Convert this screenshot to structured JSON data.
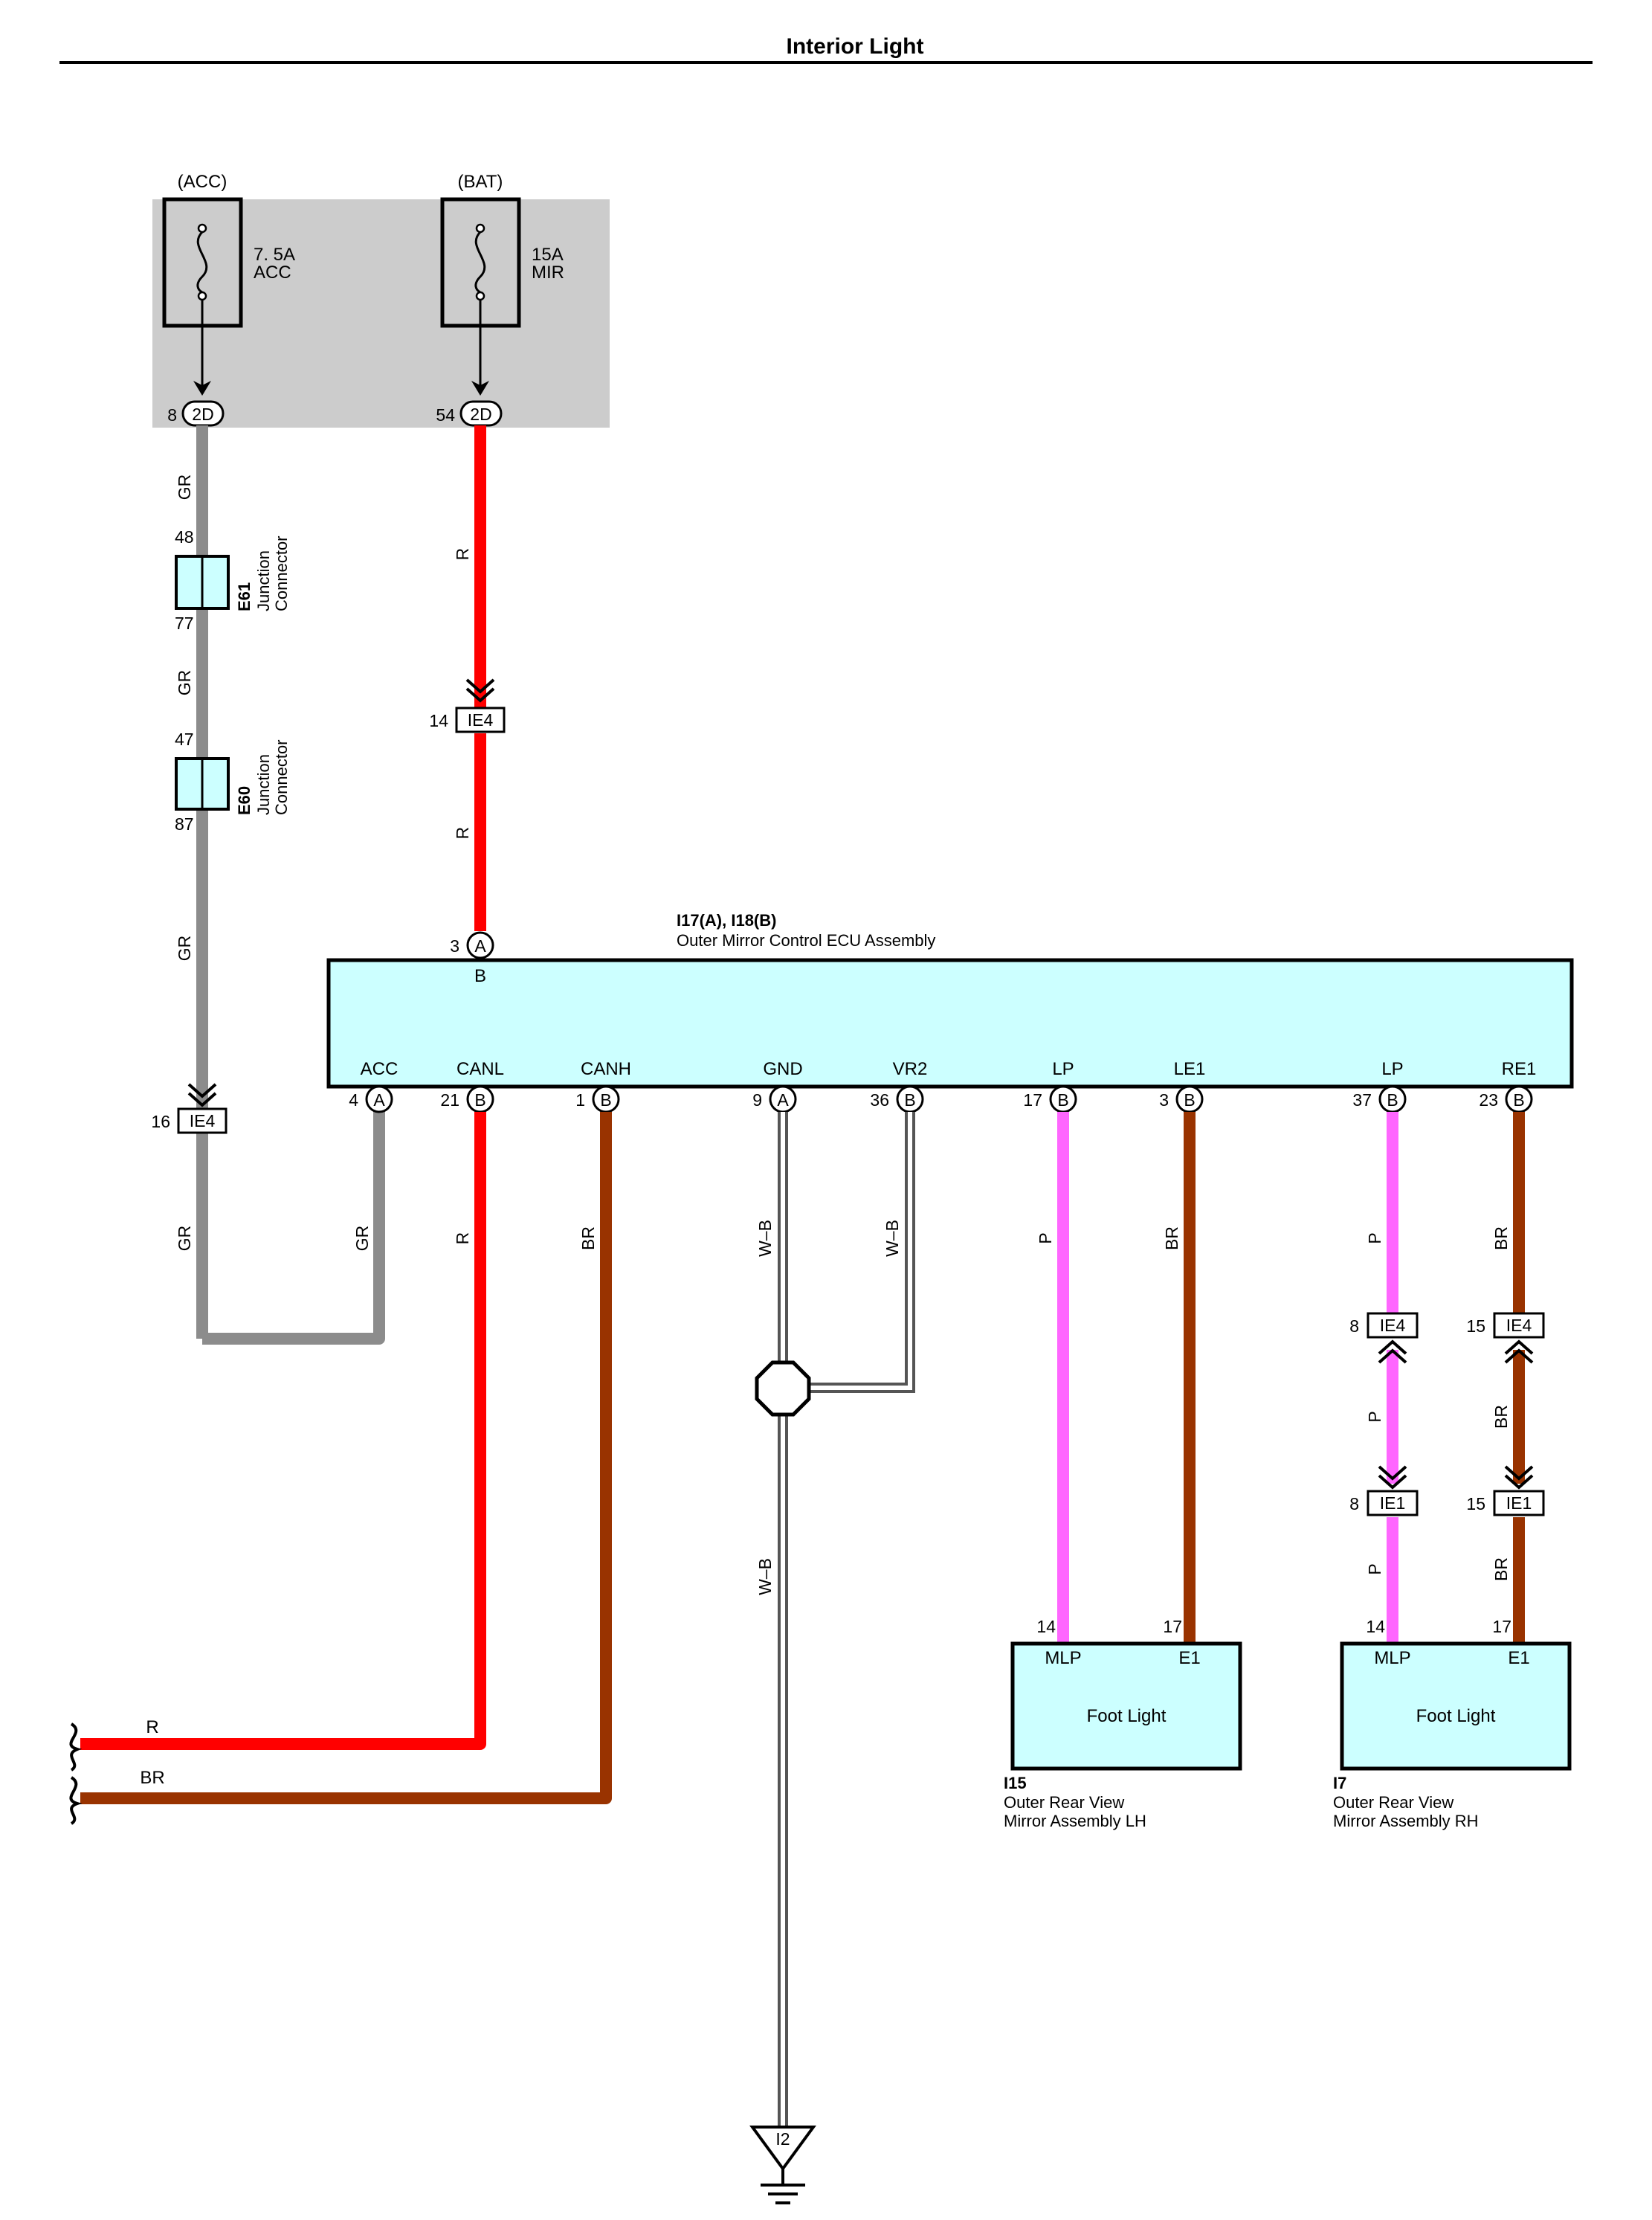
{
  "title": "Interior Light",
  "fuses": {
    "acc": {
      "supply": "(ACC)",
      "rating": "7. 5A",
      "name": "ACC",
      "pin": "8",
      "conn": "2D"
    },
    "bat": {
      "supply": "(BAT)",
      "rating": "15A",
      "name": "MIR",
      "pin": "54",
      "conn": "2D"
    }
  },
  "junctions": {
    "e61": {
      "code": "E61",
      "l1": "Junction",
      "l2": "Connector",
      "pin_top": "48",
      "pin_bot": "77"
    },
    "e60": {
      "code": "E60",
      "l1": "Junction",
      "l2": "Connector",
      "pin_top": "47",
      "pin_bot": "87"
    }
  },
  "connectors": {
    "ie4_bat": {
      "pin": "14",
      "label": "IE4"
    },
    "ie4_acc": {
      "pin": "16",
      "label": "IE4"
    },
    "ie4_lp": {
      "pin": "8",
      "label": "IE4"
    },
    "ie4_re1": {
      "pin": "15",
      "label": "IE4"
    },
    "ie1_lp": {
      "pin": "8",
      "label": "IE1"
    },
    "ie1_re1": {
      "pin": "15",
      "label": "IE1"
    }
  },
  "ecu": {
    "code": "I17(A), I18(B)",
    "name": "Outer Mirror Control ECU Assembly",
    "top_pin": {
      "num": "3",
      "conn": "A",
      "label": "B"
    },
    "pins": [
      {
        "label": "ACC",
        "num": "4",
        "conn": "A"
      },
      {
        "label": "CANL",
        "num": "21",
        "conn": "B"
      },
      {
        "label": "CANH",
        "num": "1",
        "conn": "B"
      },
      {
        "label": "GND",
        "num": "9",
        "conn": "A"
      },
      {
        "label": "VR2",
        "num": "36",
        "conn": "B"
      },
      {
        "label": "LP",
        "num": "17",
        "conn": "B"
      },
      {
        "label": "LE1",
        "num": "3",
        "conn": "B"
      },
      {
        "label": "LP",
        "num": "37",
        "conn": "B"
      },
      {
        "label": "RE1",
        "num": "23",
        "conn": "B"
      }
    ]
  },
  "wires": {
    "gr": "GR",
    "r": "R",
    "br": "BR",
    "wb": "W–B",
    "p": "P"
  },
  "lights": {
    "lh": {
      "mlp": "MLP",
      "e1": "E1",
      "pin_mlp": "14",
      "pin_e1": "17",
      "name": "Foot Light",
      "code": "I15",
      "d1": "Outer Rear View",
      "d2": "Mirror Assembly LH"
    },
    "rh": {
      "mlp": "MLP",
      "e1": "E1",
      "pin_mlp": "14",
      "pin_e1": "17",
      "name": "Foot Light",
      "code": "I7",
      "d1": "Outer Rear View",
      "d2": "Mirror Assembly RH"
    }
  },
  "can_ends": {
    "r": "R",
    "br": "BR"
  },
  "ground": {
    "label": "I2"
  },
  "colors": {
    "gr": "#8c8c8c",
    "r": "#ff0000",
    "br": "#993300",
    "p": "#ff66ff",
    "ecu_fill": "#ccffff",
    "fusebox": "#cccccc"
  }
}
